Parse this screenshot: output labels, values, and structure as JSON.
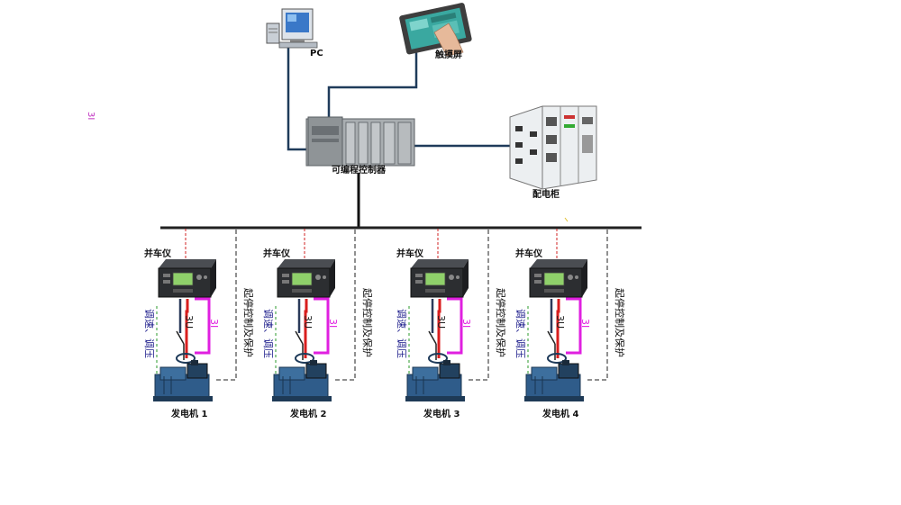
{
  "stray_label": "3I",
  "pc": {
    "label": "PC"
  },
  "touchscreen": {
    "label": "触摸屏"
  },
  "plc": {
    "label": "可编程控制器"
  },
  "cabinet": {
    "label": "配电柜"
  },
  "units": [
    {
      "sync_label": "并车仪",
      "speed_label": "调速、调压",
      "protect_label": "起停控制及保护",
      "u_label": "3U",
      "i_label": "3I",
      "gen_label": "发电机  1"
    },
    {
      "sync_label": "并车仪",
      "speed_label": "调速、调压",
      "protect_label": "起停控制及保护",
      "u_label": "3U",
      "i_label": "3I",
      "gen_label": "发电机  2"
    },
    {
      "sync_label": "并车仪",
      "speed_label": "调速、调压",
      "protect_label": "起停控制及保护",
      "u_label": "3U",
      "i_label": "3I",
      "gen_label": "发电机  3"
    },
    {
      "sync_label": "并车仪",
      "speed_label": "调速、调压",
      "protect_label": "起停控制及保护",
      "u_label": "3U",
      "i_label": "3I",
      "gen_label": "发电机  4"
    }
  ],
  "colors": {
    "network": "#1f3b5a",
    "bus": "#111111",
    "current_loop": "#e020e0",
    "voltage_loop": "#d81e1e",
    "speed_loop": "#2a3a5a",
    "speed_text": "#1a1a8a",
    "stray_text": "#c030c0"
  }
}
